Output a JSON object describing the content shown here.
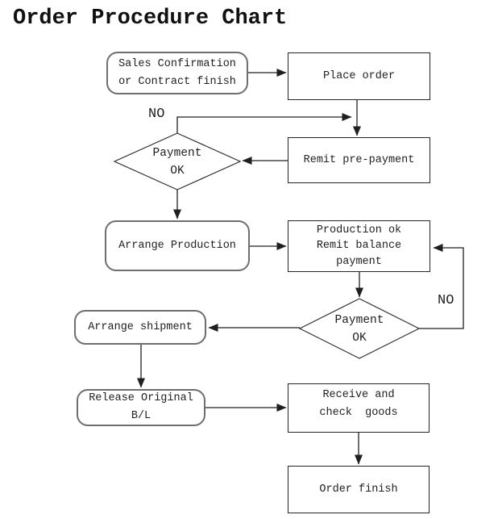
{
  "title": "Order Procedure Chart",
  "nodes": {
    "sales_confirmation": {
      "shape": "rounded",
      "lines": [
        "Sales Confirmation",
        "or Contract finish"
      ]
    },
    "place_order": {
      "shape": "rect",
      "lines": [
        "Place order"
      ]
    },
    "payment_ok_1": {
      "shape": "diamond",
      "lines": [
        "Payment",
        "OK"
      ]
    },
    "remit_pre_payment": {
      "shape": "rect",
      "lines": [
        "Remit pre-payment"
      ]
    },
    "arrange_production": {
      "shape": "rounded",
      "lines": [
        "Arrange Production"
      ]
    },
    "production_balance": {
      "shape": "rect",
      "lines": [
        "Production ok",
        "Remit balance",
        "payment"
      ]
    },
    "payment_ok_2": {
      "shape": "diamond",
      "lines": [
        "Payment",
        "OK"
      ]
    },
    "arrange_shipment": {
      "shape": "rounded",
      "lines": [
        "Arrange shipment"
      ]
    },
    "release_original_bl": {
      "shape": "rounded",
      "lines": [
        "Release Original",
        "B/L"
      ]
    },
    "receive_check_goods": {
      "shape": "rect",
      "lines": [
        "Receive and",
        "check  goods"
      ]
    },
    "order_finish": {
      "shape": "rect",
      "lines": [
        "Order finish"
      ]
    }
  },
  "edge_labels": {
    "no_payment_1": "NO",
    "no_payment_2": "NO"
  },
  "edges": [
    {
      "from": "sales_confirmation",
      "to": "place_order",
      "label": ""
    },
    {
      "from": "place_order",
      "to": "remit_pre_payment",
      "label": ""
    },
    {
      "from": "payment_ok_1",
      "to": "remit_pre_payment",
      "label": "NO"
    },
    {
      "from": "remit_pre_payment",
      "to": "payment_ok_1",
      "label": ""
    },
    {
      "from": "payment_ok_1",
      "to": "arrange_production",
      "label": ""
    },
    {
      "from": "arrange_production",
      "to": "production_balance",
      "label": ""
    },
    {
      "from": "production_balance",
      "to": "payment_ok_2",
      "label": ""
    },
    {
      "from": "payment_ok_2",
      "to": "production_balance",
      "label": "NO"
    },
    {
      "from": "payment_ok_2",
      "to": "arrange_shipment",
      "label": ""
    },
    {
      "from": "arrange_shipment",
      "to": "release_original_bl",
      "label": ""
    },
    {
      "from": "release_original_bl",
      "to": "receive_check_goods",
      "label": ""
    },
    {
      "from": "receive_check_goods",
      "to": "order_finish",
      "label": ""
    }
  ],
  "colors": {
    "background": "#ffffff",
    "line": "#1f1f1f",
    "text": "#1f1f1f",
    "rounded_border": "#6e6e6e",
    "rect_border": "#262626"
  }
}
